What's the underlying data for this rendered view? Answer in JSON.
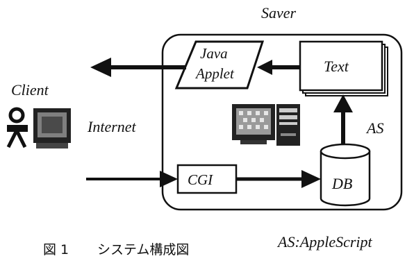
{
  "diagram": {
    "server_label": "Saver",
    "client_label": "Client",
    "internet_label": "Internet",
    "as_label": "AS",
    "java_applet_line1": "Java",
    "java_applet_line2": "Applet",
    "text_label": "Text",
    "cgi_label": "CGI",
    "db_label": "DB",
    "legend": "AS:AppleScript",
    "caption_number": "図 1",
    "caption_title": "システム構成図"
  }
}
